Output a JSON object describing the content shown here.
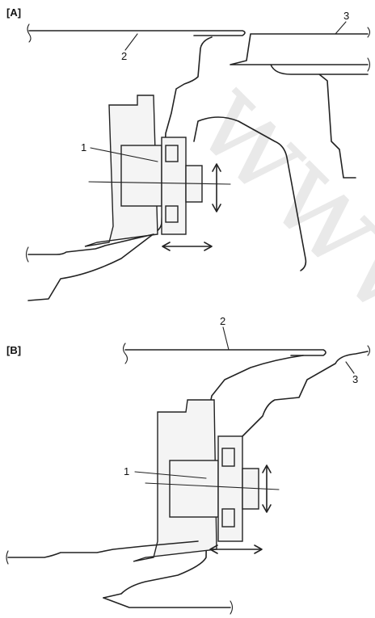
{
  "watermark": "www.c",
  "panels": [
    {
      "id": "A",
      "label": "[A]",
      "callouts": [
        "1",
        "2",
        "3"
      ]
    },
    {
      "id": "B",
      "label": "[B]",
      "callouts": [
        "1",
        "2",
        "3"
      ]
    }
  ]
}
